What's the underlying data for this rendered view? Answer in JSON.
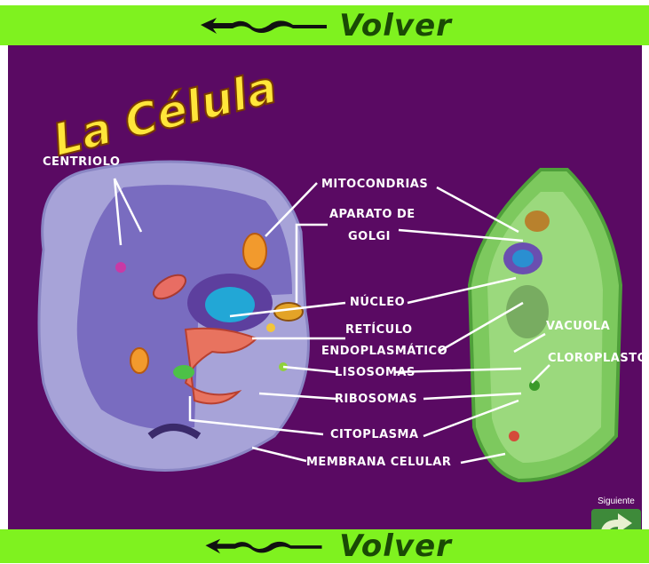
{
  "nav": {
    "back_label": "Volver"
  },
  "title": "La Célula",
  "labels": {
    "centriolo": "CENTRIOLO",
    "mitocondrias": "MITOCONDRIAS",
    "aparato_line1": "APARATO DE",
    "aparato_line2": "GOLGI",
    "nucleo": "NÚCLEO",
    "reticulo_line1": "RETÍCULO",
    "reticulo_line2": "ENDOPLASMÁTICO",
    "vacuola": "VACUOLA",
    "cloroplasto": "CLOROPLASTO",
    "lisosomas": "LISOSOMAS",
    "ribosomas": "RIBOSOMAS",
    "citoplasma": "CITOPLASMA",
    "membrana": "MEMBRANA CELULAR"
  },
  "next_label": "Siguiente",
  "colors": {
    "nav_bar": "#7ff21f",
    "background": "#5a0a63",
    "title": "#ffe63a"
  }
}
